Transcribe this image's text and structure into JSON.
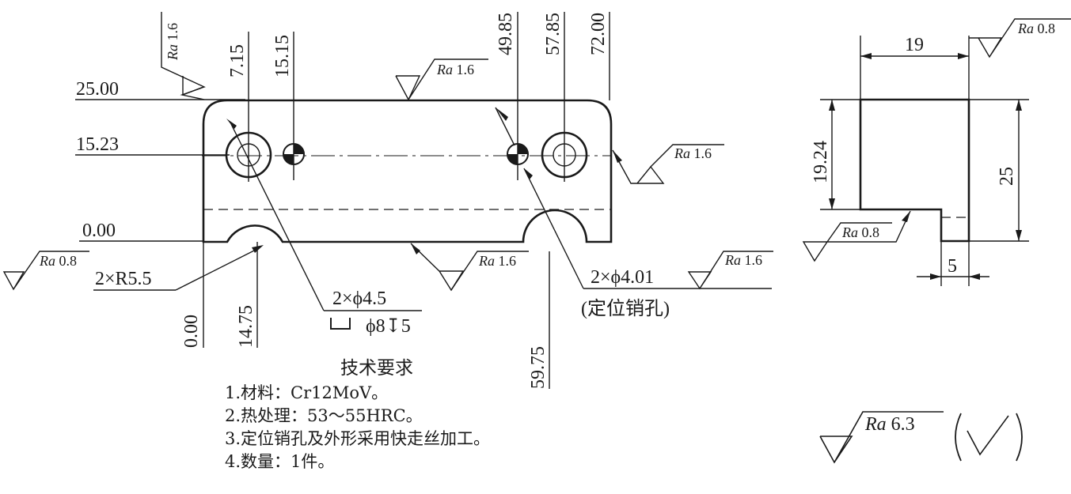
{
  "dimensions": {
    "h_0_00": "0.00",
    "h_14_75": "14.75",
    "h_59_75": "59.75",
    "h_7_15": "7.15",
    "h_15_15": "15.15",
    "h_49_85": "49.85",
    "h_57_85": "57.85",
    "h_72_00": "72.00",
    "v_25_00": "25.00",
    "v_15_23": "15.23",
    "v_0_00": "0.00",
    "side_width": "19",
    "side_height": "25",
    "side_step": "19.24",
    "side_slot": "5"
  },
  "callouts": {
    "radius": "2×R5.5",
    "hole": "2×ϕ4.5",
    "counterbore": "ϕ8↧5",
    "pin_hole": "2×ϕ4.01",
    "pin_note": "(定位销孔)"
  },
  "roughness": {
    "ra_label": "Ra",
    "top_left": "1.6",
    "top_edge": "1.6",
    "right_edge": "1.6",
    "bottom_left": "0.8",
    "bottom_edge": "1.6",
    "pin": "1.6",
    "side_top": "0.8",
    "side_bottom": "0.8",
    "general": "6.3"
  },
  "requirements": {
    "title": "技术要求",
    "items": [
      "1.材料：Cr12MoV。",
      "2.热处理：53～55HRC。",
      "3.定位销孔及外形采用快走丝加工。",
      "4.数量：1件。"
    ]
  }
}
